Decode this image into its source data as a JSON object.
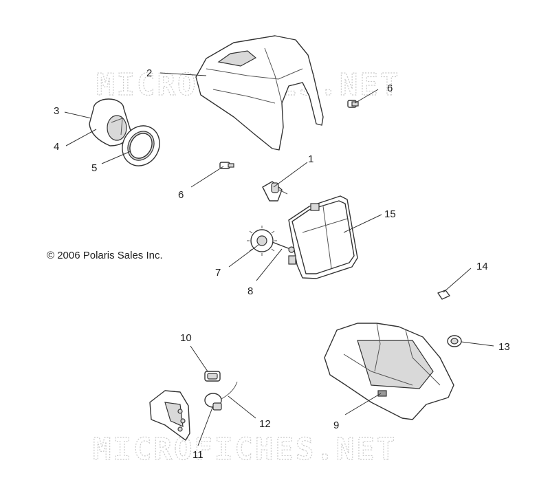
{
  "watermark": {
    "top": "MICROFICHES.NET",
    "bottom": "MICROFICHES.NET"
  },
  "copyright": "© 2006 Polaris Sales Inc.",
  "callouts": [
    {
      "id": "1",
      "label": "1"
    },
    {
      "id": "2",
      "label": "2"
    },
    {
      "id": "3",
      "label": "3"
    },
    {
      "id": "4",
      "label": "4"
    },
    {
      "id": "5",
      "label": "5"
    },
    {
      "id": "6a",
      "label": "6"
    },
    {
      "id": "6b",
      "label": "6"
    },
    {
      "id": "7",
      "label": "7"
    },
    {
      "id": "8",
      "label": "8"
    },
    {
      "id": "9",
      "label": "9"
    },
    {
      "id": "10",
      "label": "10"
    },
    {
      "id": "11",
      "label": "11"
    },
    {
      "id": "12",
      "label": "12"
    },
    {
      "id": "13",
      "label": "13"
    },
    {
      "id": "14",
      "label": "14"
    },
    {
      "id": "15",
      "label": "15"
    }
  ]
}
